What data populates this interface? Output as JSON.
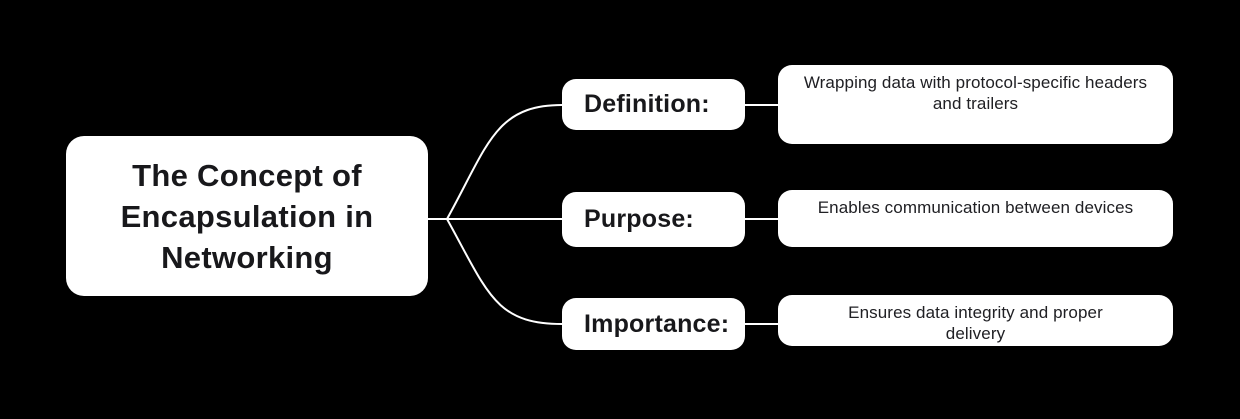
{
  "colors": {
    "background": "#000000",
    "node_fill": "#ffffff",
    "node_text": "#18181b",
    "detail_text": "#202024",
    "connector": "#ffffff"
  },
  "root": {
    "title": "The Concept of Encapsulation in Networking",
    "title_lines": [
      "The Concept of",
      "Encapsulation in",
      "Networking"
    ]
  },
  "branches": [
    {
      "label": "Definition:",
      "detail": "Wrapping data with protocol-specific headers and trailers",
      "detail_lines": [
        "Wrapping data with protocol-specific headers",
        "and trailers"
      ]
    },
    {
      "label": "Purpose:",
      "detail": "Enables communication between devices",
      "detail_lines": [
        "Enables communication between devices"
      ]
    },
    {
      "label": "Importance:",
      "detail": "Ensures data integrity and proper delivery",
      "detail_lines": [
        "Ensures data integrity and proper",
        "delivery"
      ]
    }
  ]
}
